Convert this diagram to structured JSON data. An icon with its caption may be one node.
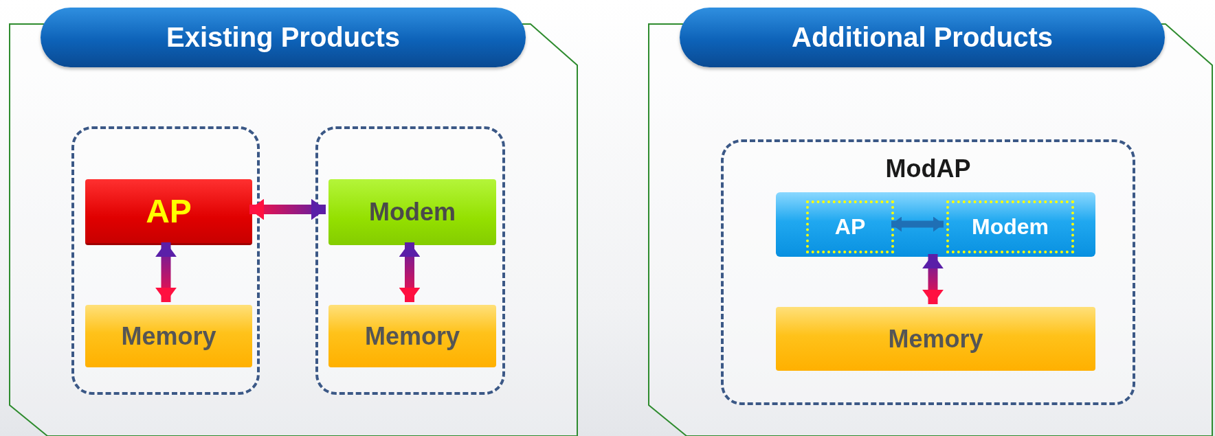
{
  "diagram": {
    "nodes": [
      {
        "text": [
          "Existing Products"
        ]
      },
      {
        "text": [],
        "shape": "box",
        "in": 0
      },
      {
        "text": [
          "AP"
        ],
        "in": 1
      },
      {
        "text": [
          "Memory"
        ],
        "in": 1
      },
      {
        "text": [],
        "shape": "box",
        "in": 0
      },
      {
        "text": [
          "Modem"
        ],
        "in": 4
      },
      {
        "text": [
          "Memory"
        ],
        "in": 4
      },
      {
        "text": [
          "Additional Products"
        ]
      },
      {
        "text": [
          "ModAP"
        ],
        "in": 7
      },
      {
        "text": [],
        "shape": "bar",
        "in": 8
      },
      {
        "text": [
          "AP"
        ],
        "in": 9
      },
      {
        "text": [
          "Modem"
        ],
        "in": 9
      },
      {
        "text": [
          "Memory"
        ],
        "in": 8
      }
    ],
    "edges": [
      {
        "from": 5,
        "to": 2,
        "arrow": "both"
      },
      {
        "from": 2,
        "to": 3,
        "arrow": "both"
      },
      {
        "from": 5,
        "to": 6,
        "arrow": "both"
      },
      {
        "from": 10,
        "to": 11,
        "arrow": "both",
        "color": "#1f6fb5"
      },
      {
        "from": 9,
        "to": 12,
        "arrow": "both"
      }
    ]
  }
}
